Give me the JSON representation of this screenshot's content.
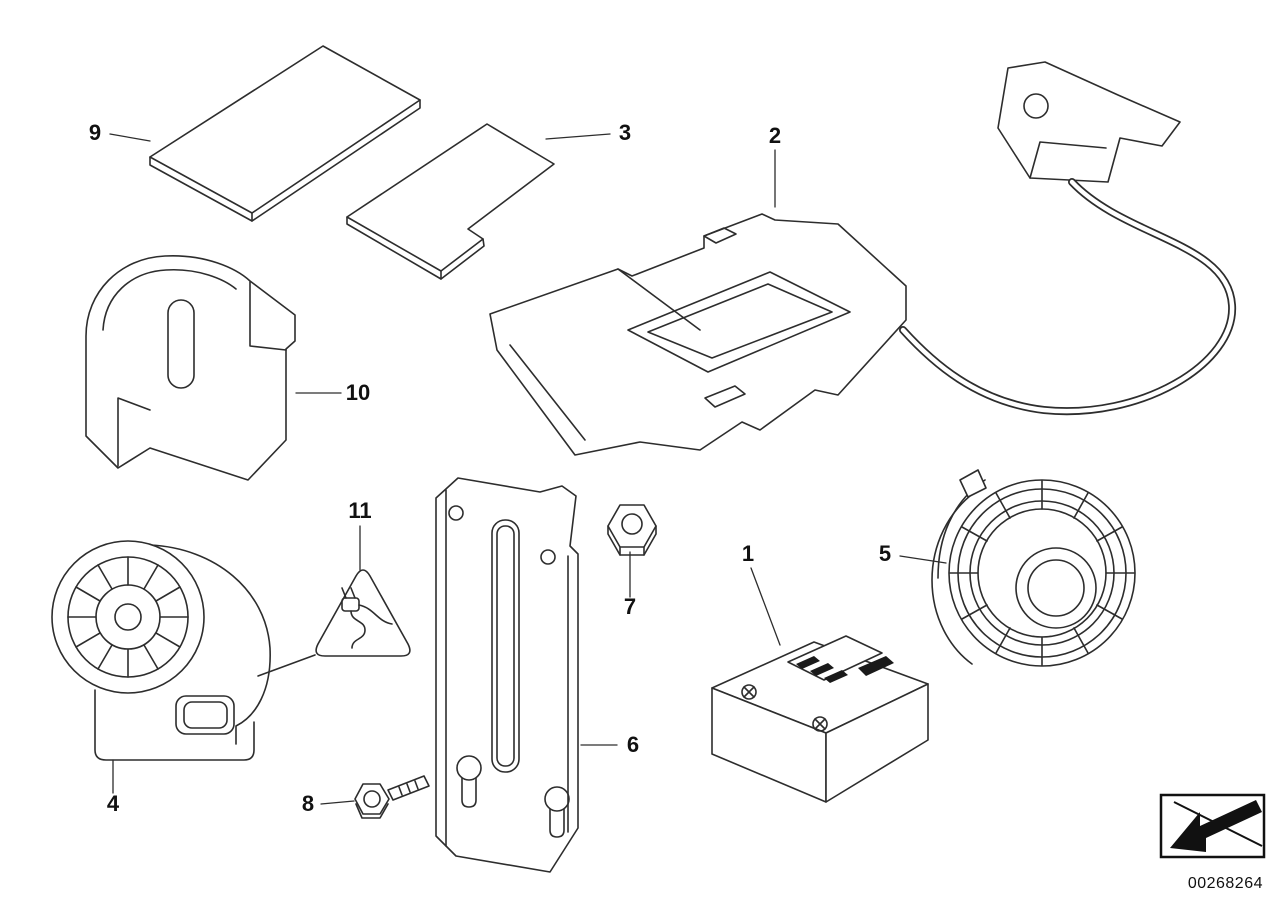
{
  "diagram_type": "vehicle-parts-exploded-diagram",
  "callouts": [
    {
      "label": "1"
    },
    {
      "label": "2"
    },
    {
      "label": "3"
    },
    {
      "label": "4"
    },
    {
      "label": "5"
    },
    {
      "label": "6"
    },
    {
      "label": "7"
    },
    {
      "label": "8"
    },
    {
      "label": "9"
    },
    {
      "label": "10"
    },
    {
      "label": "11"
    }
  ],
  "stamp": {
    "number": "00268264",
    "icon": "page-turn-arrow-icon"
  },
  "colors": {
    "line": "#2d2d2d",
    "background": "#ffffff",
    "solid_black": "#111111"
  }
}
